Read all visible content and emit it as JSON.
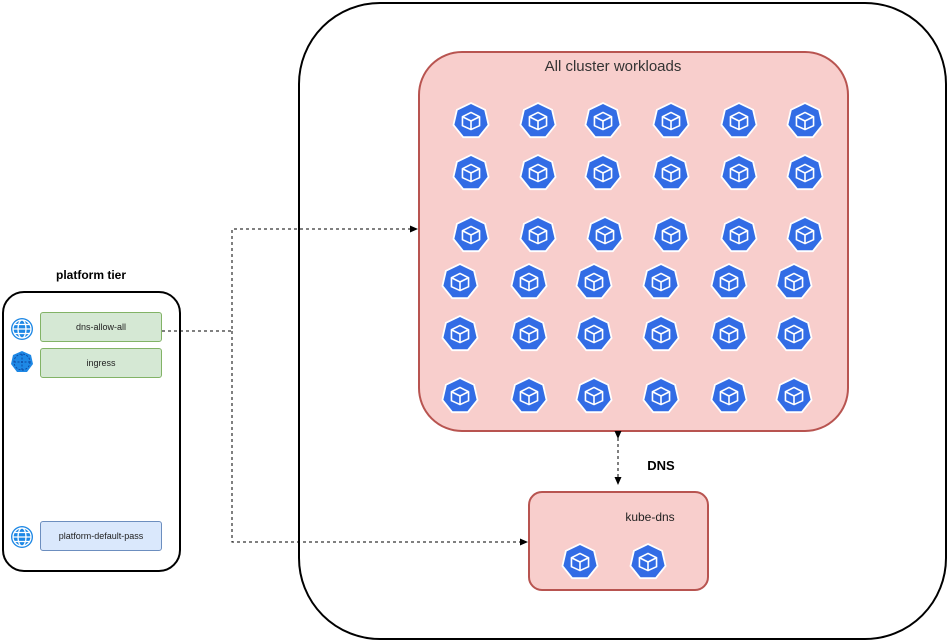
{
  "cluster": {
    "workloads_title": "All cluster workloads",
    "kube_dns_label": "kube-dns",
    "dns_label": "DNS"
  },
  "platform_tier": {
    "title": "platform tier",
    "policies": [
      {
        "label": "dns-allow-all",
        "icon": "globe-icon",
        "color": "#d5e8d4"
      },
      {
        "label": "ingress",
        "icon": "ingress-policy-icon",
        "color": "#d5e8d4"
      },
      {
        "label": "platform-default-pass",
        "icon": "globe-icon",
        "color": "#dae8fc"
      }
    ]
  },
  "colors": {
    "k8s_blue": "#326ce5",
    "workload_fill": "#f8cecc",
    "workload_stroke": "#b85450",
    "icon_blue": "#1e88e5"
  },
  "icons": {
    "workload_pod": "kubernetes-pod-icon",
    "workload_pod_count": 36,
    "kube_dns_pod_count": 2
  }
}
